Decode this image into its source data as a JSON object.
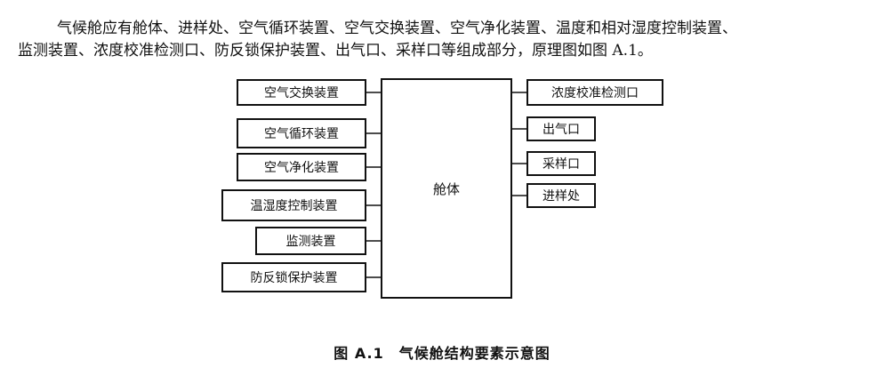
{
  "paragraph": {
    "line1": "气候舱应有舱体、进样处、空气循环装置、空气交换装置、空气净化装置、温度和相对湿度控制装置、",
    "line2": "监测装置、浓度校准检测口、防反锁保护装置、出气口、采样口等组成部分，原理图如图 A.1。"
  },
  "diagram": {
    "center": "舱体",
    "left": [
      "空气交换装置",
      "空气循环装置",
      "空气净化装置",
      "温湿度控制装置",
      "监测装置",
      "防反锁保护装置"
    ],
    "right": [
      "浓度校准检测口",
      "出气口",
      "采样口",
      "进样处"
    ]
  },
  "caption": "图 A.1　气候舱结构要素示意图"
}
